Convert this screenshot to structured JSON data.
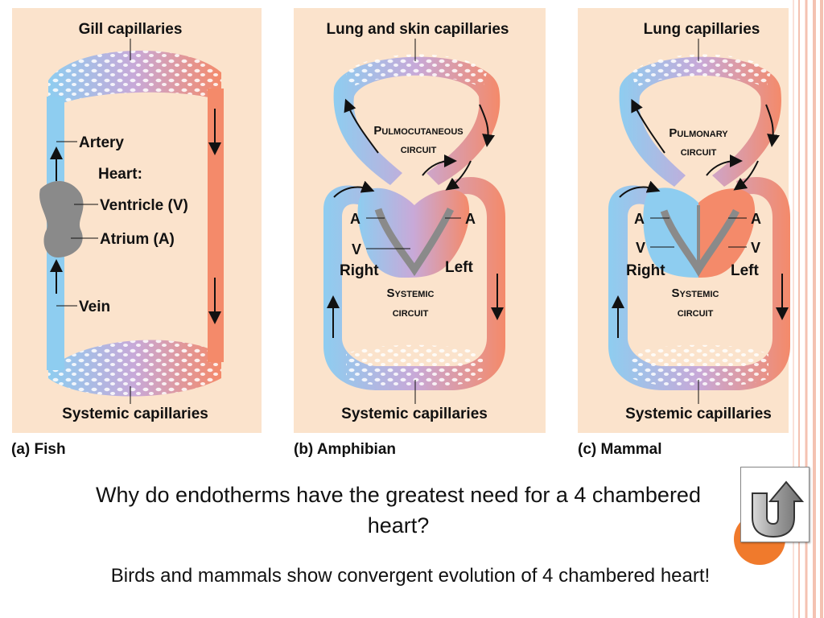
{
  "colors": {
    "panel_bg": "#fbe3cc",
    "deoxygenated": "#8ecdf0",
    "oxygenated": "#f48a6a",
    "capillary_mix": "#c8a9d8",
    "heart": "#8a8a8a",
    "accent": "#f07a2c",
    "border_pink": "#f4c2b2"
  },
  "panels": [
    {
      "caption": "(a) Fish",
      "top_label": "Gill capillaries",
      "bottom_label": "Systemic capillaries",
      "artery_label": "Artery",
      "heart_label": "Heart:",
      "ventricle_label": "Ventricle (V)",
      "atrium_label": "Atrium (A)",
      "vein_label": "Vein"
    },
    {
      "caption": "(b) Amphibian",
      "top_label": "Lung and skin capillaries",
      "bottom_label": "Systemic capillaries",
      "circuit_top_1": "Pulmocutaneous",
      "circuit_top_2": "circuit",
      "circuit_bottom_1": "Systemic",
      "circuit_bottom_2": "circuit",
      "a_left": "A",
      "a_right": "A",
      "v_left": "V",
      "side_right": "Right",
      "side_left": "Left"
    },
    {
      "caption": "(c) Mammal",
      "top_label": "Lung capillaries",
      "bottom_label": "Systemic capillaries",
      "circuit_top_1": "Pulmonary",
      "circuit_top_2": "circuit",
      "circuit_bottom_1": "Systemic",
      "circuit_bottom_2": "circuit",
      "a_left": "A",
      "a_right": "A",
      "v_left": "V",
      "v_right": "V",
      "side_right": "Right",
      "side_left": "Left"
    }
  ],
  "question": "Why do endotherms have the greatest need for a 4 chambered heart?",
  "answer": "Birds and mammals show convergent evolution of 4 chambered heart!",
  "return_button_icon": "u-turn-arrow-icon"
}
